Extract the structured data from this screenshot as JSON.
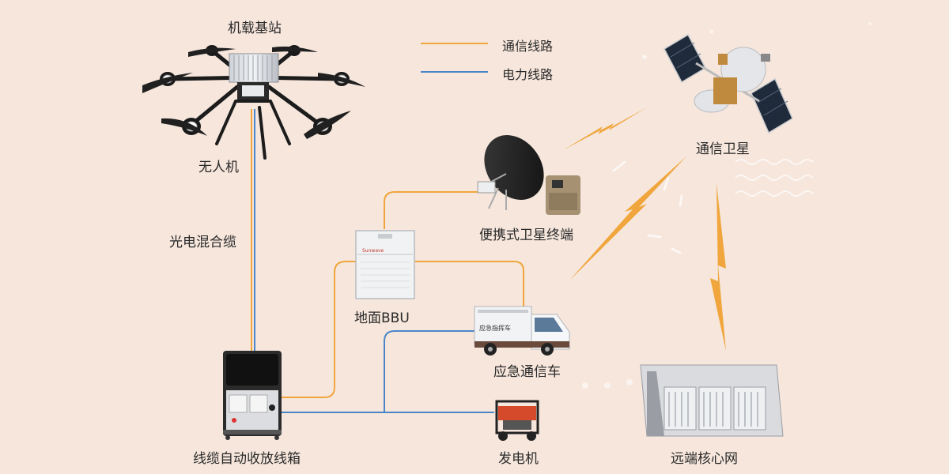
{
  "legend": {
    "comm_label": "通信线路",
    "power_label": "电力线路",
    "comm_color": "#f0a63c",
    "power_color": "#4a86c8"
  },
  "nodes": {
    "airborne_base_station": "机载基站",
    "drone": "无人机",
    "hybrid_cable": "光电混合缆",
    "cable_reel_box": "线缆自动收放线箱",
    "ground_bbu": "地面BBU",
    "portable_satellite_terminal": "便携式卫星终端",
    "emergency_comm_vehicle": "应急通信车",
    "generator": "发电机",
    "comm_satellite": "通信卫星",
    "remote_core_network": "远端核心网"
  },
  "vehicle_side_text": "应急指挥车",
  "bbu_brand_text": "Sunwave",
  "colors": {
    "background": "#f6e6dc",
    "lightning": "#f0a63c"
  }
}
